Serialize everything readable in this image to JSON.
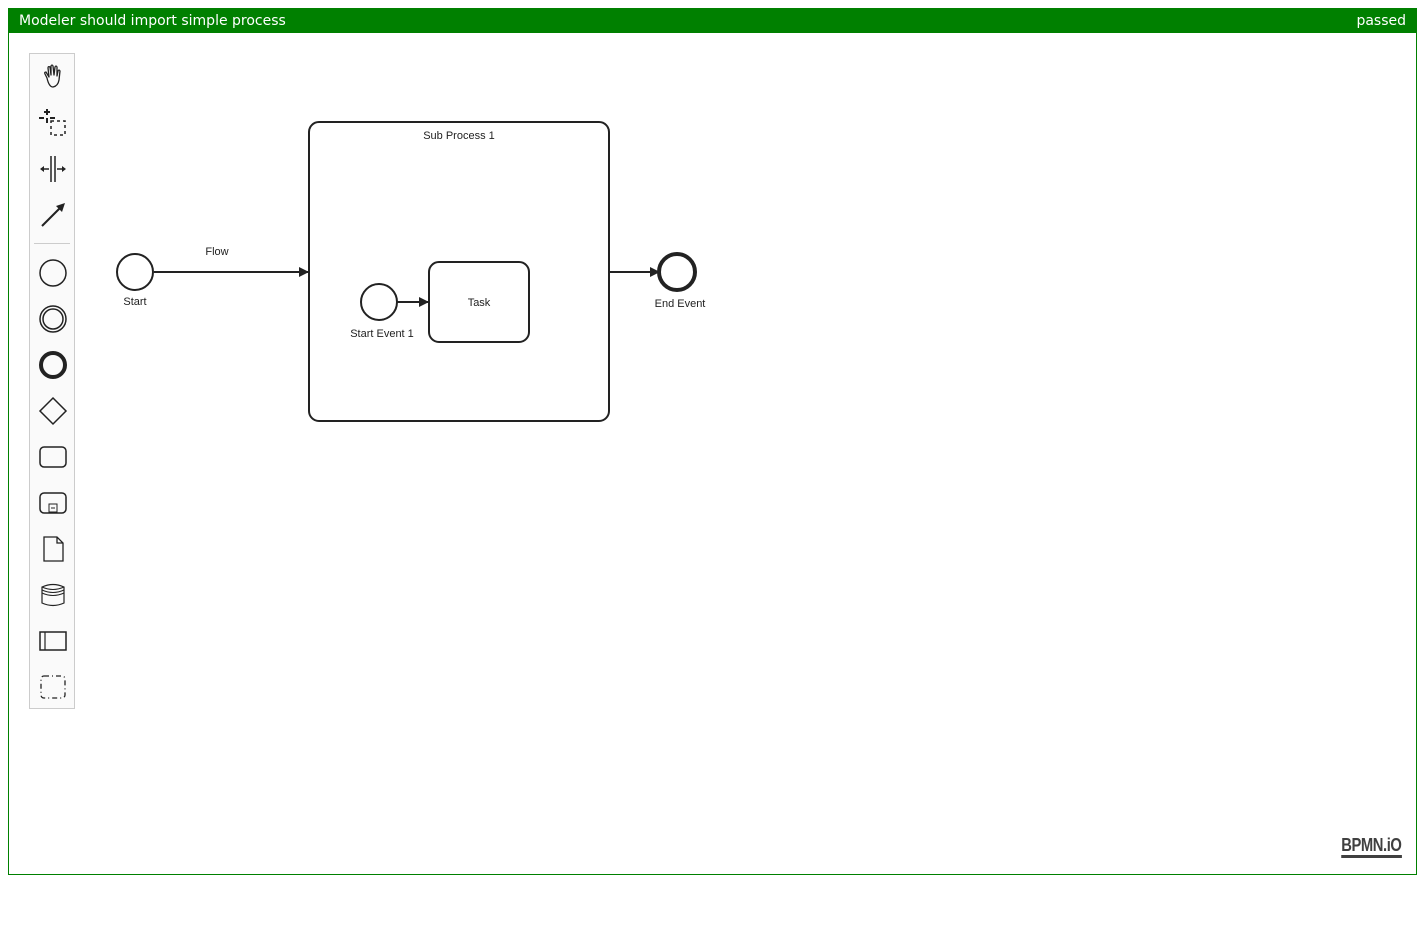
{
  "header": {
    "title": "Modeler should import simple process",
    "status": "passed",
    "color": "#008000"
  },
  "palette": {
    "tools": [
      {
        "name": "hand-tool",
        "icon": "hand-icon"
      },
      {
        "name": "lasso-tool",
        "icon": "lasso-icon"
      },
      {
        "name": "space-tool",
        "icon": "space-icon"
      },
      {
        "name": "global-connect-tool",
        "icon": "connect-arrow-icon"
      },
      {
        "name": "create-start-event",
        "icon": "start-event-icon"
      },
      {
        "name": "create-intermediate-event",
        "icon": "intermediate-event-icon"
      },
      {
        "name": "create-end-event",
        "icon": "end-event-icon"
      },
      {
        "name": "create-gateway",
        "icon": "gateway-icon"
      },
      {
        "name": "create-task",
        "icon": "task-icon"
      },
      {
        "name": "create-subprocess",
        "icon": "subprocess-icon"
      },
      {
        "name": "create-data-object",
        "icon": "data-object-icon"
      },
      {
        "name": "create-data-store",
        "icon": "data-store-icon"
      },
      {
        "name": "create-participant",
        "icon": "participant-icon"
      },
      {
        "name": "create-group",
        "icon": "group-icon"
      }
    ]
  },
  "diagram": {
    "start_event": "Start",
    "flow_label": "Flow",
    "subprocess": "Sub Process 1",
    "inner_start_event": "Start Event 1",
    "task": "Task",
    "end_event": "End Event"
  },
  "logo": "BPMN.iO"
}
